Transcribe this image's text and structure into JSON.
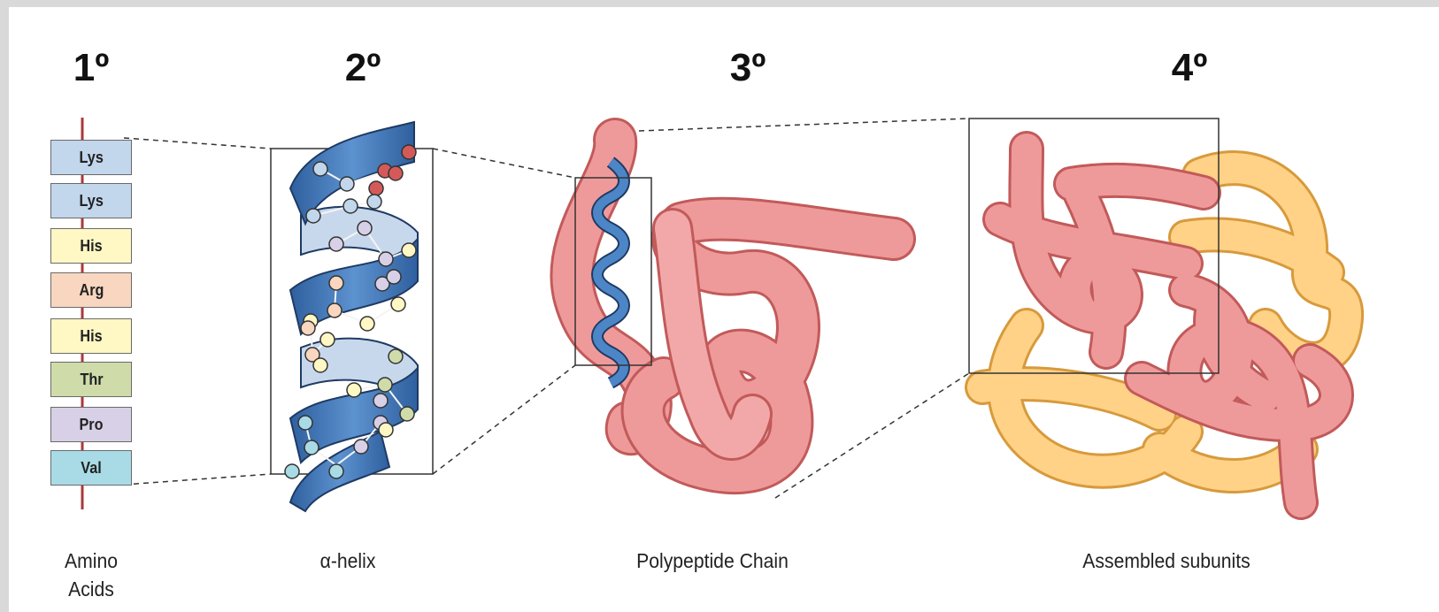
{
  "levels": [
    {
      "title": "1º",
      "caption_lines": [
        "Amino",
        "Acids"
      ]
    },
    {
      "title": "2º",
      "caption": "α-helix"
    },
    {
      "title": "3º",
      "caption": "Polypeptide Chain"
    },
    {
      "title": "4º",
      "caption": "Assembled subunits"
    }
  ],
  "amino_acids": [
    {
      "label": "Lys",
      "color": "#c2d6ec"
    },
    {
      "label": "Lys",
      "color": "#c2d6ec"
    },
    {
      "label": "His",
      "color": "#fff7c4"
    },
    {
      "label": "Arg",
      "color": "#f8d6bf"
    },
    {
      "label": "His",
      "color": "#fff7c4"
    },
    {
      "label": "Thr",
      "color": "#cfdcaa"
    },
    {
      "label": "Pro",
      "color": "#d8d0e6"
    },
    {
      "label": "Val",
      "color": "#a9dbe6"
    }
  ],
  "colors": {
    "backbone": "#a83a3a",
    "helix_dark": "#3f76b8",
    "helix_light": "#c8d8ec",
    "chain_pink": "#ef8f8f",
    "subunit_yellow": "#ffcf7a"
  }
}
